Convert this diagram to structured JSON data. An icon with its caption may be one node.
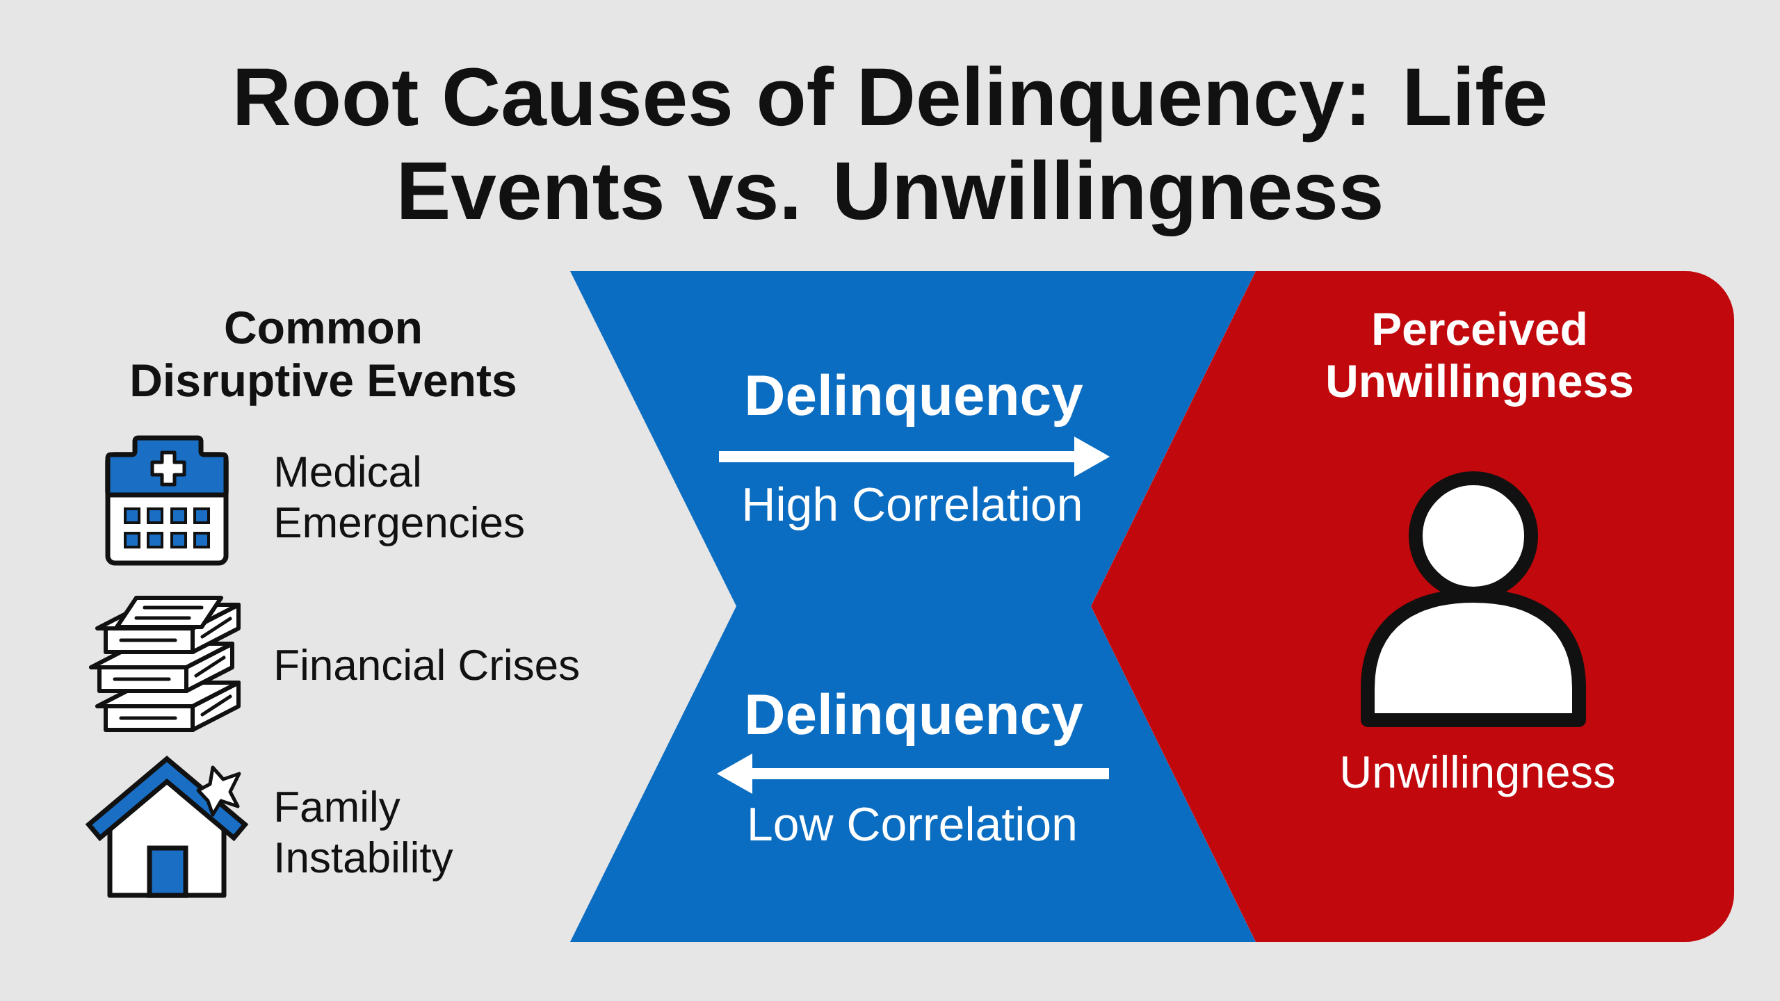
{
  "diagram": {
    "title": "Root Causes of Delinquency: Life Events vs. Unwillingness",
    "nodes": [
      {
        "text": [
          "Delinquency",
          "High Correlation",
          "Delinquency",
          "Low Correlation"
        ]
      },
      {
        "text": [
          "Perceived Unwillingness",
          "Unwillingness"
        ]
      }
    ],
    "labels": [
      "Common Disruptive Events",
      "Medical Emergencies",
      "Financial Crises",
      "Family Instability"
    ]
  }
}
